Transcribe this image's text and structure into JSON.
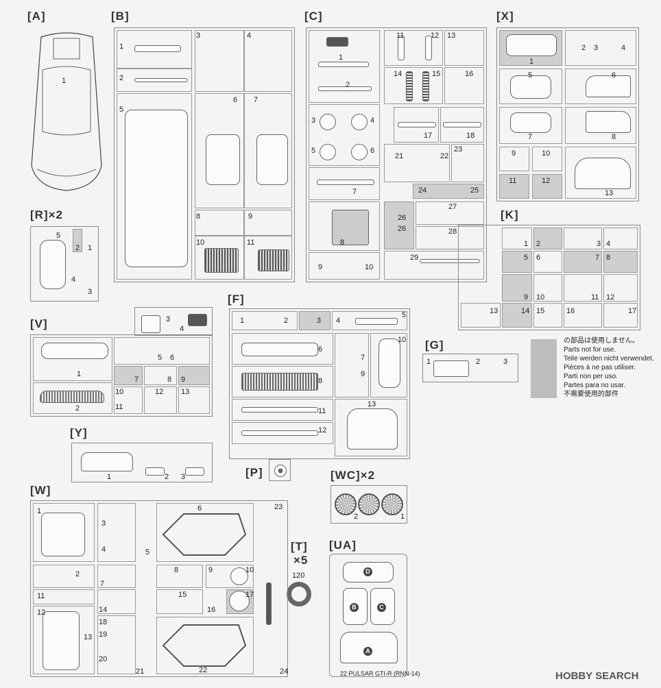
{
  "sprues": {
    "A": "[A]",
    "B": "[B]",
    "C": "[C]",
    "X": "[X]",
    "R": "[R]",
    "R_qty": "×2",
    "K": "[K]",
    "V": "[V]",
    "F": "[F]",
    "G": "[G]",
    "Y": "[Y]",
    "P": "[P]",
    "WC": "[WC]",
    "WC_qty": "×2",
    "W": "[W]",
    "T": "[T]",
    "T_qty": "×5",
    "UA": "[UA]"
  },
  "tire_size": "120",
  "legend": {
    "ja": "の部品は使用しません。",
    "en": "Parts not for use.",
    "de": "Teile werden nicht verwendet.",
    "fr": "Pièces à ne pas utiliser.",
    "it": "Parti non per uso.",
    "es": "Partes para no usar.",
    "zh": "不需要使用的部件"
  },
  "ua_marks": [
    "D",
    "B",
    "C",
    "A"
  ],
  "footer": {
    "page": "22",
    "text": "PULSAR GTI-R (RNN-14)"
  },
  "watermark": "HOBBY SEARCH",
  "part_numbers": {
    "A": [
      "1"
    ],
    "B": [
      "1",
      "2",
      "3",
      "4",
      "5",
      "6",
      "7",
      "8",
      "9",
      "10",
      "11"
    ],
    "C": [
      "1",
      "2",
      "3",
      "4",
      "5",
      "6",
      "7",
      "8",
      "9",
      "10",
      "11",
      "12",
      "13",
      "14",
      "15",
      "16",
      "17",
      "18",
      "21",
      "22",
      "23",
      "24",
      "25",
      "26",
      "26",
      "27",
      "28",
      "29"
    ],
    "X": [
      "1",
      "2",
      "3",
      "4",
      "5",
      "6",
      "7",
      "8",
      "9",
      "10",
      "11",
      "12",
      "13"
    ],
    "R": [
      "5",
      "2",
      "1",
      "4",
      "3"
    ],
    "K": [
      "1",
      "2",
      "3",
      "4",
      "5",
      "6",
      "7",
      "8",
      "9",
      "10",
      "11",
      "12",
      "13",
      "14",
      "15",
      "16",
      "17"
    ],
    "V": [
      "1",
      "2",
      "3",
      "4",
      "5",
      "6",
      "7",
      "8",
      "9",
      "10",
      "11",
      "12",
      "13"
    ],
    "F": [
      "1",
      "2",
      "3",
      "4",
      "5",
      "6",
      "7",
      "8",
      "9",
      "10",
      "11",
      "12",
      "13"
    ],
    "G": [
      "1",
      "2",
      "3"
    ],
    "Y": [
      "1",
      "2",
      "3"
    ],
    "WC": [
      "2",
      "1"
    ],
    "W": [
      "1",
      "2",
      "3",
      "4",
      "5",
      "6",
      "7",
      "8",
      "9",
      "10",
      "11",
      "12",
      "13",
      "14",
      "15",
      "16",
      "17",
      "18",
      "19",
      "20",
      "21",
      "22",
      "23",
      "24"
    ]
  }
}
